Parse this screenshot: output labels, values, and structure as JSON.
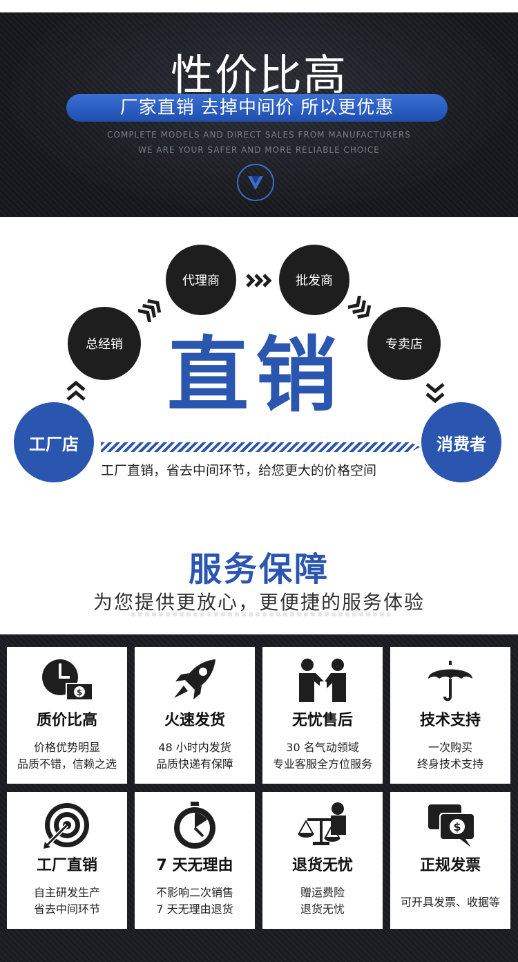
{
  "banner": {
    "title": "性价比高",
    "slogan": "厂家直销 去掉中间价 所以更优惠",
    "english_line1": "COMPLETE MODELS AND DIRECT SALES FROM MANUFACTURERS",
    "english_line2": "WE ARE YOUR SAFER AND MORE RELIABLE CHOICE",
    "arrow_icon": "chevron-down-icon"
  },
  "flow": {
    "big_title": "直销",
    "nodes": {
      "factory": "工厂店",
      "distributor": "总经销",
      "agent": "代理商",
      "wholesaler": "批发商",
      "store": "专卖店",
      "consumer": "消费者"
    },
    "caption": "工厂直销，省去中间环节，给您更大的价格空间"
  },
  "service": {
    "title": "服务保障",
    "subtitle": "为您提供更放心，更便捷的服务体验"
  },
  "cards": [
    {
      "icon": "clock-money-icon",
      "title": "质价比高",
      "line1": "价格优势明显",
      "line2": "品质不错，信赖之选"
    },
    {
      "icon": "rocket-icon",
      "title": "火速发货",
      "line1": "48 小时内发货",
      "line2": "品质快递有保障"
    },
    {
      "icon": "handshake-icon",
      "title": "无忧售后",
      "line1": "30 名气动领域",
      "line2": "专业客服全方位服务"
    },
    {
      "icon": "umbrella-icon",
      "title": "技术支持",
      "line1": "一次购买",
      "line2": "终身技术支持"
    },
    {
      "icon": "target-icon",
      "title": "工厂直销",
      "line1": "自主研发生产",
      "line2": "省去中间环节"
    },
    {
      "icon": "stopwatch-icon",
      "title": "7 天无理由",
      "line1": "不影响二次销售",
      "line2": "7 天无理由退货"
    },
    {
      "icon": "scales-icon",
      "title": "退货无忧",
      "line1": "赠运费险",
      "line2": "退货无忧"
    },
    {
      "icon": "invoice-dollar-icon",
      "title": "正规发票",
      "line1": "可开具发票、收据等",
      "line2": ""
    }
  ],
  "colors": {
    "accent_blue": "#2a56b0",
    "dark": "#1e1e1e"
  }
}
